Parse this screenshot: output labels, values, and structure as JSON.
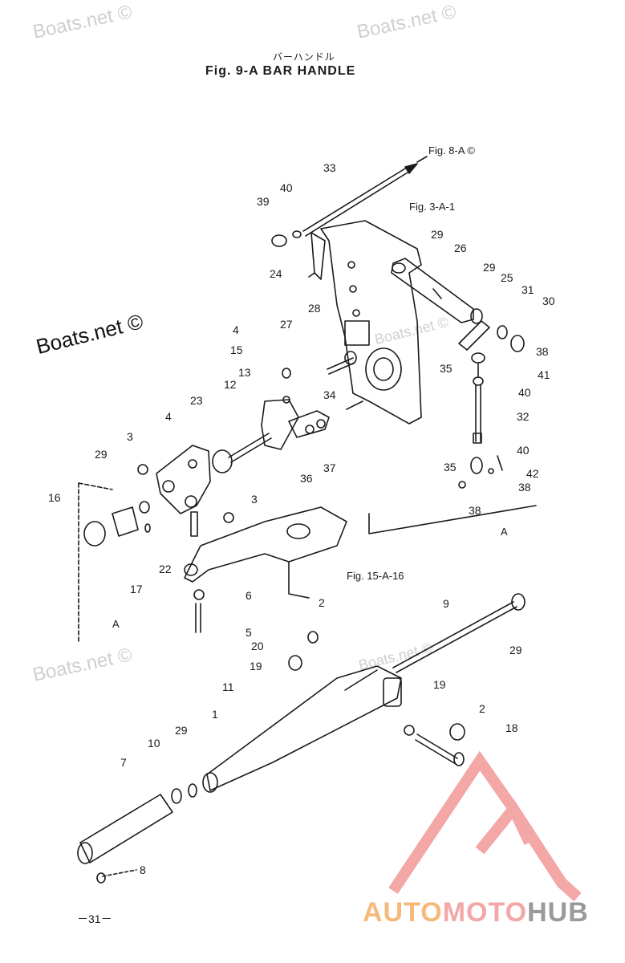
{
  "header": {
    "japanese_title": "バーハンドル",
    "title": "Fig. 9-A   BAR HANDLE"
  },
  "watermarks": {
    "top_left": "Boats.net ©",
    "top_right": "Boats.net ©",
    "left_mid": "Boats.net ©",
    "center_faint": "Boats.net ©",
    "lower_left": "Boats.net ©",
    "lower_center": "Boats.net ©"
  },
  "references": {
    "fig_8a": "Fig. 8-A ©",
    "fig_3a1": "Fig. 3-A-1",
    "fig_15a16": "Fig. 15-A-16",
    "arrow_a_right": "A",
    "arrow_a_left": "A"
  },
  "part_numbers": {
    "p33": "33",
    "p40a": "40",
    "p39": "39",
    "p24": "24",
    "p29a": "29",
    "p26": "26",
    "p29b": "29",
    "p25": "25",
    "p31": "31",
    "p30": "30",
    "p28": "28",
    "p27": "27",
    "p38a": "38",
    "p35a": "35",
    "p41": "41",
    "p40b": "40",
    "p32": "32",
    "p34": "34",
    "p4a": "4",
    "p15": "15",
    "p13": "13",
    "p12": "12",
    "p23": "23",
    "p4b": "4",
    "p3a": "3",
    "p29c": "29",
    "p16": "16",
    "p3b": "3",
    "p36": "36",
    "p37": "37",
    "p40c": "40",
    "p35b": "35",
    "p42": "42",
    "p38b": "38",
    "p38c": "38",
    "p22": "22",
    "p17": "17",
    "p6": "6",
    "p5": "5",
    "p2a": "2",
    "p9": "9",
    "p29d": "29",
    "p20": "20",
    "p19a": "19",
    "p11": "11",
    "p19b": "19",
    "p1": "1",
    "p2b": "2",
    "p18": "18",
    "p10": "10",
    "p29e": "29",
    "p7": "7",
    "p8": "8"
  },
  "page_number": "－31－",
  "brand": {
    "part1": "AUTO",
    "part2": "MOTO",
    "part3": "HUB"
  },
  "colors": {
    "brand_orange": "#f5b97a",
    "brand_red": "#f3a7a7",
    "brand_gray": "#9a9a9a",
    "line": "#1a1a1a"
  }
}
